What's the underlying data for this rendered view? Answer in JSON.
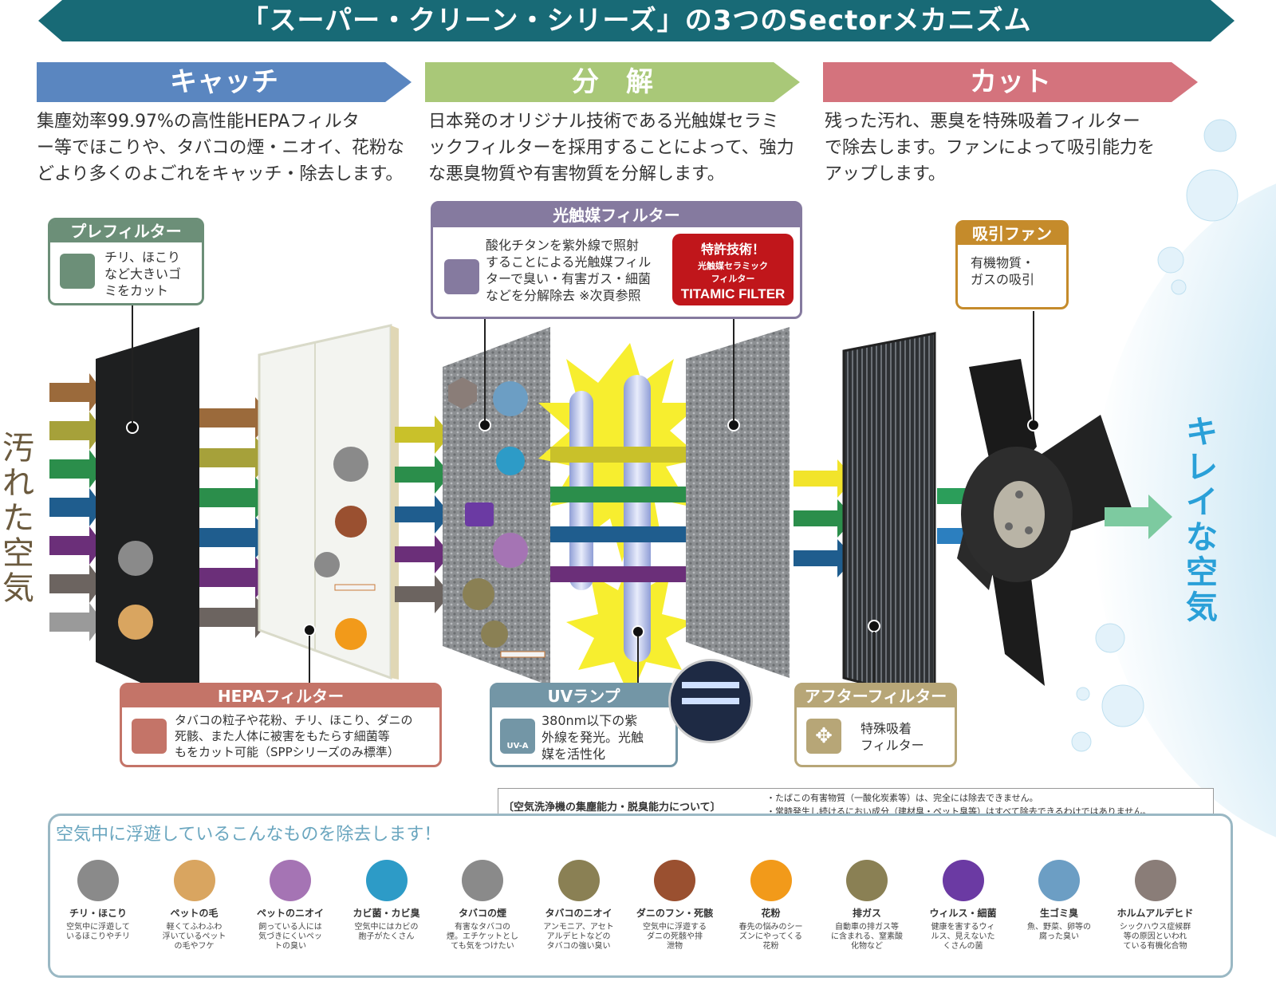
{
  "title": "「スーパー・クリーン・シリーズ」の3つのSectorメカニズム",
  "sectors": [
    {
      "label": "キャッチ",
      "color": "#5a86c0",
      "desc": [
        "集塵効率99.97%の高性能HEPAフィルタ",
        "ー等でほこりや、タバコの煙・ニオイ、花粉な",
        "どより多くのよごれをキャッチ・除去します。"
      ]
    },
    {
      "label": "分　解",
      "color": "#a9c878",
      "desc": [
        "日本発のオリジナル技術である光触媒セラミ",
        "ックフィルターを採用することによって、強力",
        "な悪臭物質や有害物質を分解します。"
      ]
    },
    {
      "label": "カット",
      "color": "#d4737d",
      "desc": [
        "残った汚れ、悪臭を特殊吸着フィルター",
        "で除去します。ファンによって吸引能力を",
        "アップします。"
      ]
    }
  ],
  "left_label": "汚れた空気",
  "right_label": "キレイな空気",
  "callouts": {
    "prefilter": {
      "title": "プレフィルター",
      "text": [
        "チリ、ほこり",
        "など大きいゴ",
        "ミをカット"
      ]
    },
    "photocatalyst": {
      "title": "光触媒フィルター",
      "text": [
        "酸化チタンを紫外線で照射",
        "することによる光触媒フィル",
        "ターで臭い・有害ガス・細菌",
        "などを分解除去 ※次頁参照"
      ],
      "badge_line1": "特許技術！",
      "badge_line2": "光触媒セラミック",
      "badge_line3": "フィルター",
      "badge_line4": "TITAMIC FILTER"
    },
    "fan": {
      "title": "吸引ファン",
      "text": [
        "有機物質・",
        "ガスの吸引"
      ]
    },
    "hepa": {
      "title": "HEPAフィルター",
      "text": [
        "タバコの粒子や花粉、チリ、ほこり、ダニの",
        "死骸、また人体に被害をもたらす細菌等",
        "もをカット可能（SPPシリーズのみ標準）"
      ]
    },
    "uv": {
      "title": "UVランプ",
      "text": [
        "380nm以下の紫",
        "外線を発光。光触",
        "媒を活性化"
      ],
      "icon_label": "UV-A"
    },
    "after": {
      "title": "アフターフィルター",
      "text": [
        "特殊吸着",
        "フィルター"
      ]
    }
  },
  "note": {
    "heading": "〔空気洗浄機の集塵能力・脱臭能力について〕",
    "lines": [
      "・たばこの有害物質（一酸化炭素等）は、完全には除去できません。",
      "・常時発生し続けるにおい成分（建材臭・ペット臭等）はすべて除去できるわけではありません。"
    ]
  },
  "panel": {
    "title": "空気中に浮遊しているこんなものを除去します！",
    "items": [
      {
        "name": "チリ・ほこり",
        "desc": [
          "空気中に浮遊して",
          "いるほこりやチリ"
        ],
        "icon": "dust-icon"
      },
      {
        "name": "ペットの毛",
        "desc": [
          "軽くてふわふわ",
          "浮いているペット",
          "の毛やフケ"
        ],
        "icon": "pet-hair-icon"
      },
      {
        "name": "ペットのニオイ",
        "desc": [
          "飼っている人には",
          "気づきにくいペッ",
          "トの臭い"
        ],
        "icon": "pet-odor-icon"
      },
      {
        "name": "カビ菌・カビ臭",
        "desc": [
          "空気中にはカビの",
          "胞子がたくさん"
        ],
        "icon": "mold-icon"
      },
      {
        "name": "タバコの煙",
        "desc": [
          "有害なタバコの",
          "煙。エチケットとし",
          "ても気をつけたい"
        ],
        "icon": "tobacco-smoke-icon"
      },
      {
        "name": "タバコのニオイ",
        "desc": [
          "アンモニア、アセト",
          "アルデヒトなどの",
          "タバコの強い臭い"
        ],
        "icon": "tobacco-odor-icon"
      },
      {
        "name": "ダニのフン・死骸",
        "desc": [
          "空気中に浮遊する",
          "ダニの死骸や排",
          "泄物"
        ],
        "icon": "mite-icon"
      },
      {
        "name": "花粉",
        "desc": [
          "春先の悩みのシー",
          "ズンにやってくる",
          "花粉"
        ],
        "icon": "pollen-icon"
      },
      {
        "name": "排ガス",
        "desc": [
          "自動車の排ガス等",
          "に含まれる、窒素酸",
          "化物など"
        ],
        "icon": "exhaust-icon"
      },
      {
        "name": "ウィルス・細菌",
        "desc": [
          "健康を害するウィ",
          "ルス、見えないた",
          "くさんの菌"
        ],
        "icon": "virus-icon"
      },
      {
        "name": "生ゴミ臭",
        "desc": [
          "魚、野菜、卵等の",
          "腐った臭い"
        ],
        "icon": "garbage-odor-icon"
      },
      {
        "name": "ホルムアルデヒド",
        "desc": [
          "シックハウス症候群",
          "等の原因といわれ",
          "ている有機化合物"
        ],
        "icon": "formaldehyde-icon"
      }
    ]
  },
  "colors": {
    "banner": "#186a76",
    "clean_text": "#2aa0d8",
    "dirty_text": "#6b5a3e"
  }
}
